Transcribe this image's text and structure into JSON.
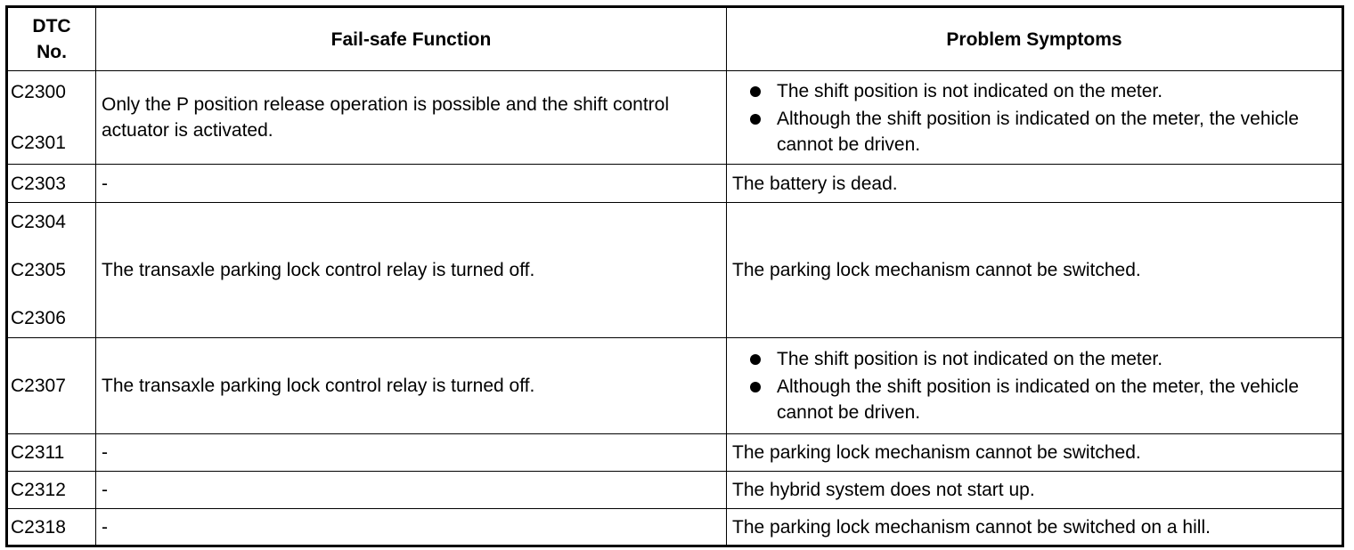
{
  "header": {
    "dtc": "DTC No.",
    "dtc_line1": "DTC",
    "dtc_line2": "No.",
    "fail_safe": "Fail-safe Function",
    "symptoms": "Problem Symptoms"
  },
  "rows": [
    {
      "dtcs": [
        "C2300",
        "C2301"
      ],
      "fail_safe": "Only the P position release operation is possible and the shift control actuator is activated.",
      "symptoms": [
        "The shift position is not indicated on the meter.",
        "Although the shift position is indicated on the meter, the vehicle cannot be driven."
      ]
    },
    {
      "dtcs": [
        "C2303"
      ],
      "fail_safe": "-",
      "symptom": "The battery is dead."
    },
    {
      "dtcs": [
        "C2304",
        "C2305",
        "C2306"
      ],
      "fail_safe": "The transaxle parking lock control relay is turned off.",
      "symptom": "The parking lock mechanism cannot be switched."
    },
    {
      "dtcs": [
        "C2307"
      ],
      "fail_safe": "The transaxle parking lock control relay is turned off.",
      "symptoms": [
        "The shift position is not indicated on the meter.",
        "Although the shift position is indicated on the meter, the vehicle cannot be driven."
      ]
    },
    {
      "dtcs": [
        "C2311"
      ],
      "fail_safe": "-",
      "symptom": "The parking lock mechanism cannot be switched."
    },
    {
      "dtcs": [
        "C2312"
      ],
      "fail_safe": "-",
      "symptom": "The hybrid system does not start up."
    },
    {
      "dtcs": [
        "C2318"
      ],
      "fail_safe": "-",
      "symptom": "The parking lock mechanism cannot be switched on a hill."
    }
  ]
}
